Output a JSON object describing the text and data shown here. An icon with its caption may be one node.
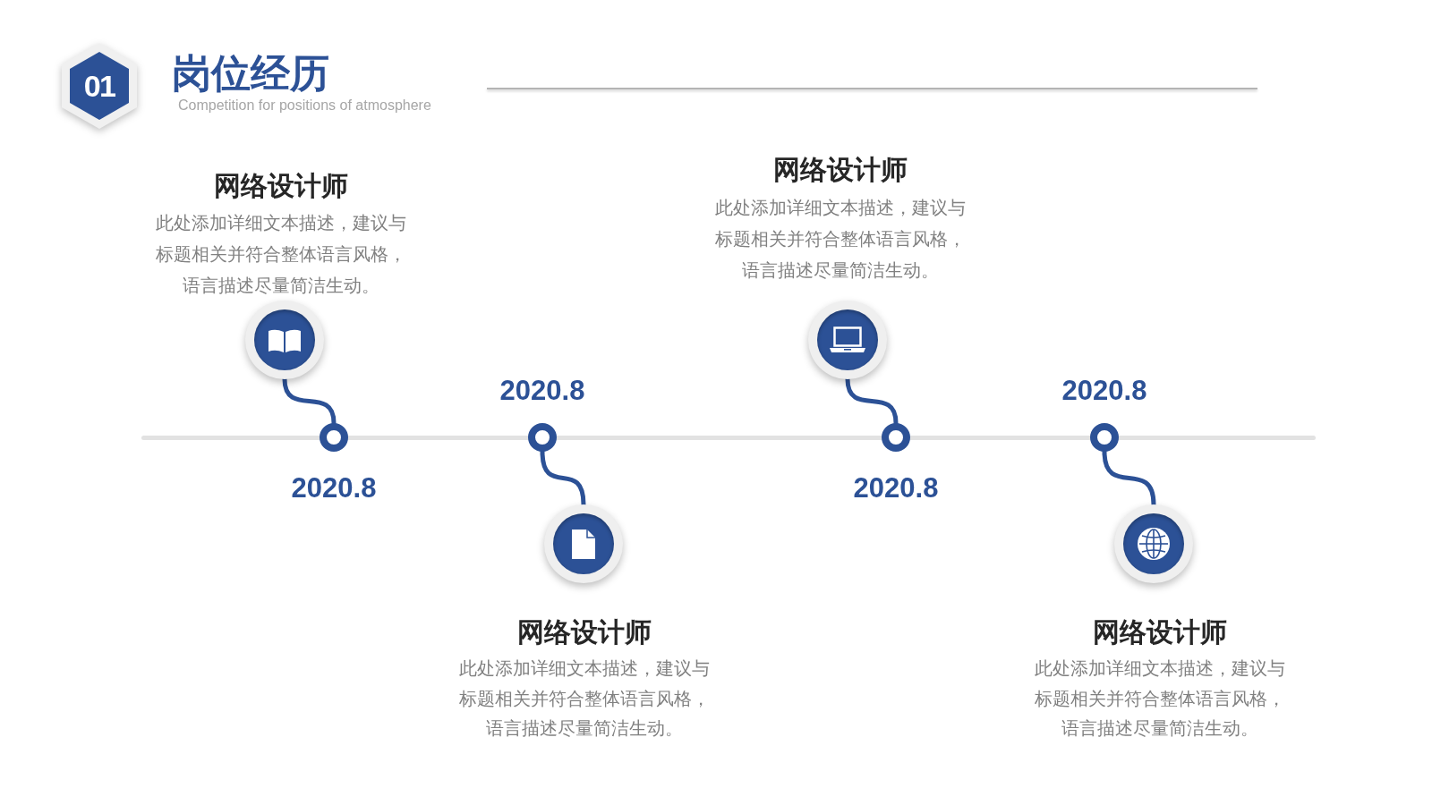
{
  "diagram": {
    "title": "岗位经历",
    "nodes": [
      {
        "text": [
          "01"
        ]
      },
      {
        "text": [],
        "shape": "circle",
        "beside": [
          "网络设计师",
          "此处添加详细文本描述，建议与标题相关并符合整体语言风格，语言描述尽量简洁生动。"
        ]
      },
      {
        "text": [],
        "shape": "circle",
        "beside": [
          "2020.8"
        ]
      },
      {
        "text": [],
        "shape": "circle",
        "beside": [
          "2020.8"
        ]
      },
      {
        "text": [],
        "shape": "circle",
        "beside": [
          "网络设计师",
          "此处添加详细文本描述，建议与标题相关并符合整体语言风格，语言描述尽量简洁生动。"
        ]
      },
      {
        "text": [],
        "shape": "circle",
        "beside": [
          "网络设计师",
          "此处添加详细文本描述，建议与标题相关并符合整体语言风格，语言描述尽量简洁生动。"
        ]
      },
      {
        "text": [],
        "shape": "circle",
        "beside": [
          "2020.8"
        ]
      },
      {
        "text": [],
        "shape": "circle",
        "beside": [
          "2020.8"
        ]
      },
      {
        "text": [],
        "shape": "circle",
        "beside": [
          "网络设计师",
          "此处添加详细文本描述，建议与标题相关并符合整体语言风格，语言描述尽量简洁生动。"
        ]
      }
    ],
    "edges": [
      {
        "from": 1,
        "to": 2,
        "arrow": "none"
      },
      {
        "from": 4,
        "to": 3,
        "arrow": "none"
      },
      {
        "from": 5,
        "to": 6,
        "arrow": "none"
      },
      {
        "from": 8,
        "to": 7,
        "arrow": "none"
      }
    ],
    "labels": [
      "Competition for positions of atmosphere"
    ]
  }
}
